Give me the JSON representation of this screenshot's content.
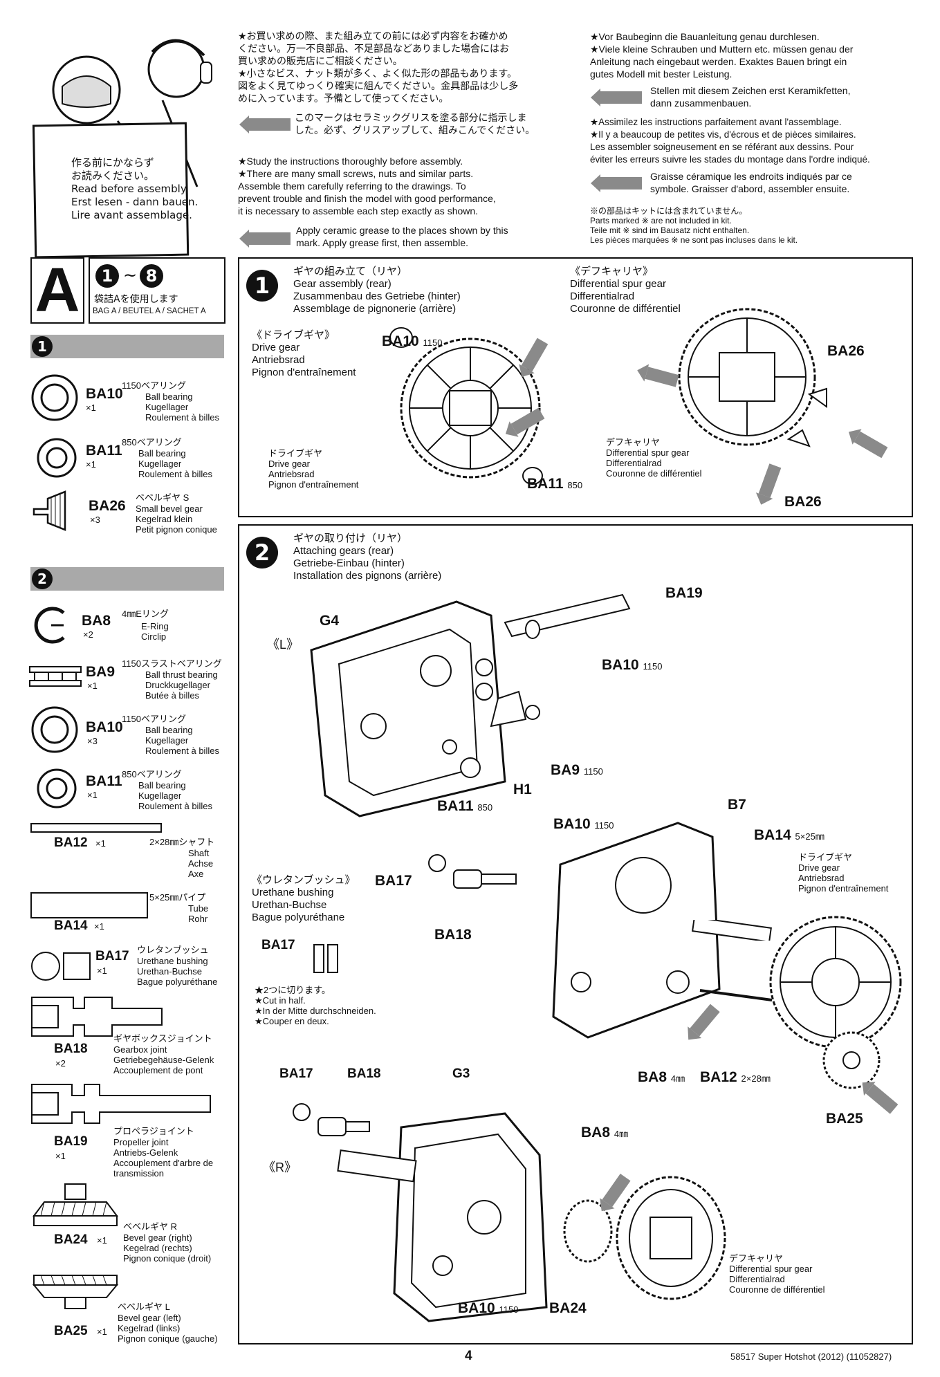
{
  "header": {
    "cartoon_sign": [
      "作る前にかならず",
      "お読みください。",
      "Read before assembly.",
      "Erst lesen - dann bauen.",
      "Lire avant assemblage."
    ],
    "jp_notes": [
      "★お買い求めの際、また組み立ての前には必ず内容をお確かめ",
      "ください。万一不良部品、不足部品などありました場合にはお",
      "買い求めの販売店にご相談ください。",
      "★小さなビス、ナット類が多く、よく似た形の部品もあります。",
      "図をよく見てゆっくり確実に組んでください。金具部品は少し多",
      "めに入っています。予備として使ってください。"
    ],
    "jp_grease": [
      "このマークはセラミックグリスを塗る部分に指示しま",
      "した。必ず、グリスアップして、組みこんでください。"
    ],
    "en_notes": [
      "★Study the instructions thoroughly before assembly.",
      "★There are many small screws, nuts and similar parts.",
      "Assemble them carefully referring to the drawings. To",
      "prevent trouble and finish the model with good performance,",
      "it is necessary to assemble each step exactly as shown."
    ],
    "en_grease": [
      "Apply ceramic grease to the places shown by this",
      "mark.  Apply grease first, then assemble."
    ],
    "de_notes": [
      "★Vor Baubeginn die Bauanleitung genau durchlesen.",
      "★Viele kleine Schrauben und Muttern etc. müssen genau der",
      "Anleitung nach eingebaut werden. Exaktes Bauen bringt ein",
      "gutes Modell mit bester Leistung."
    ],
    "de_grease": [
      "Stellen mit diesem Zeichen erst Keramikfetten,",
      "dann zusammenbauen."
    ],
    "fr_notes": [
      "★Assimilez les instructions parfaitement avant  l'assemblage.",
      "★Il y a beaucoup de petites vis, d'écrous et de pièces similaires.",
      "Les assembler soigneusement en se référant aux dessins. Pour",
      "éviter les erreurs suivre les stades du montage dans l'ordre indiqué."
    ],
    "fr_grease": [
      "Graisse céramique les endroits indiqués par ce",
      "symbole. Graisser d'abord, assembler ensuite."
    ],
    "kit_note": [
      "※の部品はキットには含まれていません。",
      "Parts marked ※ are not included in kit.",
      "Teile mit ※ sind im Bausatz nicht enthalten.",
      "Les pièces marquées ※ ne sont pas incluses dans le kit."
    ]
  },
  "bag": {
    "letter": "A",
    "step_from": "1",
    "tilde": "~",
    "step_to": "8",
    "jp": "袋詰Aを使用します",
    "multi": "BAG A / BEUTEL A / SACHET A"
  },
  "parts_step1": {
    "step": "1",
    "items": [
      {
        "code": "BA10",
        "qty": "×1",
        "jp": "1150ベアリング",
        "en": "Ball bearing",
        "de": "Kugellager",
        "fr": "Roulement à billes"
      },
      {
        "code": "BA11",
        "qty": "×1",
        "jp": "850ベアリング",
        "en": "Ball bearing",
        "de": "Kugellager",
        "fr": "Roulement à billes"
      },
      {
        "code": "BA26",
        "qty": "×3",
        "jp": "ベベルギヤ S",
        "en": "Small bevel gear",
        "de": "Kegelrad klein",
        "fr": "Petit pignon conique"
      }
    ]
  },
  "parts_step2": {
    "step": "2",
    "items": [
      {
        "code": "BA8",
        "qty": "×2",
        "jp": "4㎜Eリング",
        "en": "E-Ring",
        "de": "Circlip",
        "fr": ""
      },
      {
        "code": "BA9",
        "qty": "×1",
        "jp": "1150スラストベアリング",
        "en": "Ball thrust bearing",
        "de": "Druckkugellager",
        "fr": "Butée à billes"
      },
      {
        "code": "BA10",
        "qty": "×3",
        "jp": "1150ベアリング",
        "en": "Ball bearing",
        "de": "Kugellager",
        "fr": "Roulement à billes"
      },
      {
        "code": "BA11",
        "qty": "×1",
        "jp": "850ベアリング",
        "en": "Ball bearing",
        "de": "Kugellager",
        "fr": "Roulement à billes"
      },
      {
        "code": "BA12",
        "qty": "×1",
        "jp": "2×28㎜シャフト",
        "en": "Shaft",
        "de": "Achse",
        "fr": "Axe"
      },
      {
        "code": "BA14",
        "qty": "×1",
        "jp": "5×25㎜パイプ",
        "en": "Tube",
        "de": "Rohr",
        "fr": ""
      },
      {
        "code": "BA17",
        "qty": "×1",
        "jp": "ウレタンブッシュ",
        "en": "Urethane bushing",
        "de": "Urethan-Buchse",
        "fr": "Bague polyuréthane"
      },
      {
        "code": "BA18",
        "qty": "×2",
        "jp": "ギヤボックスジョイント",
        "en": "Gearbox joint",
        "de": "Getriebegehäuse-Gelenk",
        "fr": "Accouplement de pont"
      },
      {
        "code": "BA19",
        "qty": "×1",
        "jp": "プロペラジョイント",
        "en": "Propeller joint",
        "de": "Antriebs-Gelenk",
        "fr": "Accouplement d'arbre de transmission"
      },
      {
        "code": "BA24",
        "qty": "×1",
        "jp": "ベベルギヤ R",
        "en": "Bevel gear (right)",
        "de": "Kegelrad (rechts)",
        "fr": "Pignon conique (droit)"
      },
      {
        "code": "BA25",
        "qty": "×1",
        "jp": "ベベルギヤ L",
        "en": "Bevel gear (left)",
        "de": "Kegelrad (links)",
        "fr": "Pignon conique (gauche)"
      }
    ]
  },
  "step1": {
    "num": "1",
    "title": [
      "ギヤの組み立て（リヤ）",
      "Gear assembly (rear)",
      "Zusammenbau des Getriebe (hinter)",
      "Assemblage de pignonerie (arrière)"
    ],
    "diff_header": [
      "《デフキャリヤ》",
      "Differential spur gear",
      "Differentialrad",
      "Couronne de différentiel"
    ],
    "drive_header": [
      "《ドライブギヤ》",
      "Drive gear",
      "Antriebsrad",
      "Pignon d'entraînement"
    ],
    "drive_label": [
      "ドライブギヤ",
      "Drive gear",
      "Antriebsrad",
      "Pignon d'entraînement"
    ],
    "diff_label": [
      "デフキャリヤ",
      "Differential spur gear",
      "Differentialrad",
      "Couronne de différentiel"
    ],
    "labels": {
      "ba10": "BA10",
      "ba10_size": "1150",
      "ba11": "BA11",
      "ba11_size": "850",
      "ba26_top": "BA26",
      "ba26_bottom": "BA26"
    }
  },
  "step2": {
    "num": "2",
    "title": [
      "ギヤの取り付け（リヤ）",
      "Attaching gears (rear)",
      "Getriebe-Einbau (hinter)",
      "Installation des pignons (arrière)"
    ],
    "side_l": "《L》",
    "side_r": "《R》",
    "urethane": [
      "《ウレタンブッシュ》",
      "Urethane bushing",
      "Urethan-Buchse",
      "Bague polyuréthane"
    ],
    "cut_note": [
      "★2つに切ります。",
      "★Cut in half.",
      "★In der Mitte durchschneiden.",
      "★Couper en deux."
    ],
    "drive_gear": [
      "ドライブギヤ",
      "Drive gear",
      "Antriebsrad",
      "Pignon d'entraînement"
    ],
    "diff_gear": [
      "デフキャリヤ",
      "Differential spur gear",
      "Differentialrad",
      "Couronne de différentiel"
    ],
    "labels": {
      "g4": "G4",
      "ba19": "BA19",
      "ba10a": "BA10",
      "ba10a_size": "1150",
      "ba9": "BA9",
      "ba9_size": "1150",
      "h1": "H1",
      "ba11": "BA11",
      "ba11_size": "850",
      "b7": "B7",
      "ba10b": "BA10",
      "ba10b_size": "1150",
      "ba14": "BA14",
      "ba14_size": "5×25㎜",
      "ba17a": "BA17",
      "ba18a": "BA18",
      "ba17b": "BA17",
      "ba8a": "BA8",
      "ba8a_size": "4㎜",
      "ba12": "BA12",
      "ba12_size": "2×28㎜",
      "ba25": "BA25",
      "ba17c": "BA17",
      "ba18c": "BA18",
      "g3": "G3",
      "ba8b": "BA8",
      "ba8b_size": "4㎜",
      "ba10c": "BA10",
      "ba10c_size": "1150",
      "ba24": "BA24"
    }
  },
  "footer": {
    "page": "4",
    "model": "58517 Super Hotshot (2012) (11052827)"
  },
  "colors": {
    "ink": "#111111",
    "bar": "#a9a9a9",
    "grease": "#8a8a8a"
  }
}
